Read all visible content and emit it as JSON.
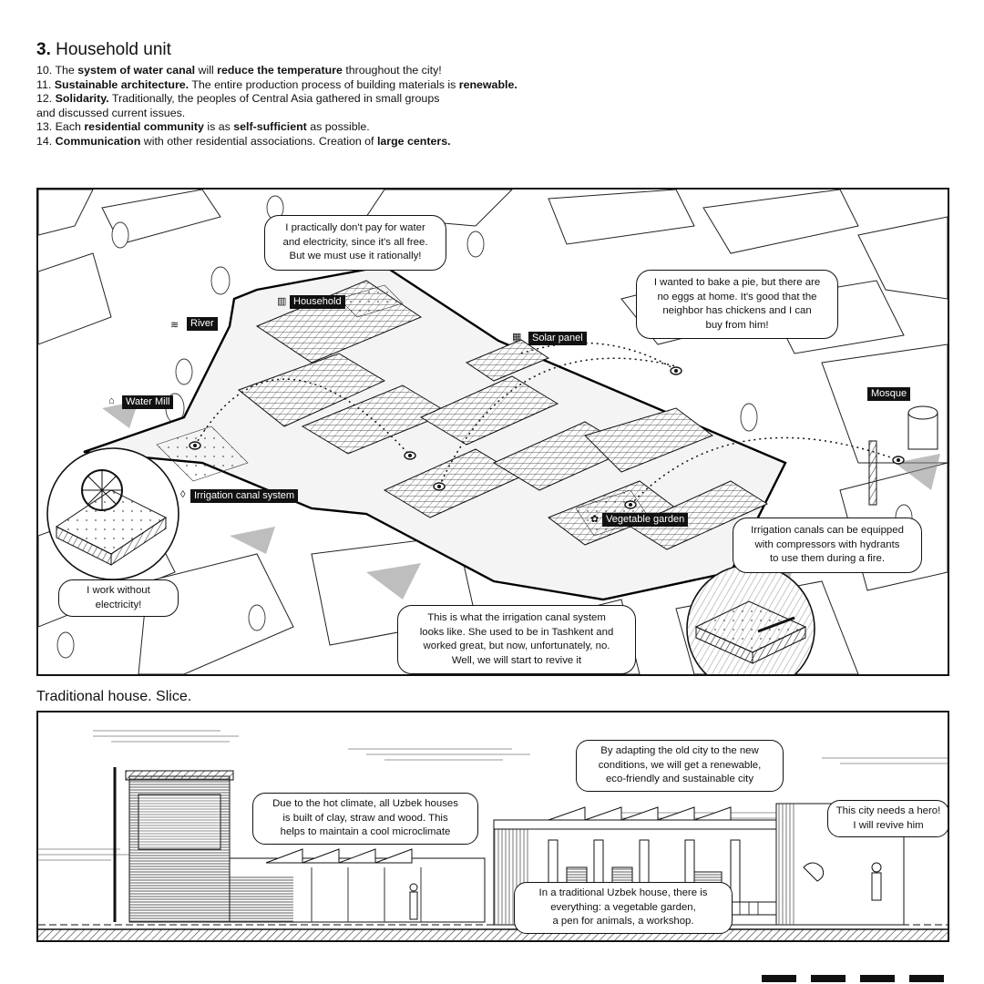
{
  "header": {
    "number": "3.",
    "title": "Household unit"
  },
  "notes": [
    {
      "parts": [
        {
          "t": "10. The "
        },
        {
          "t": "system of water canal",
          "b": true
        },
        {
          "t": " will "
        },
        {
          "t": "reduce the temperature",
          "b": true
        },
        {
          "t": " throughout the city!"
        }
      ]
    },
    {
      "parts": [
        {
          "t": "11. "
        },
        {
          "t": "Sustainable architecture.",
          "b": true
        },
        {
          "t": " The entire production process of building materials is "
        },
        {
          "t": "renewable.",
          "b": true
        }
      ]
    },
    {
      "parts": [
        {
          "t": "12. "
        },
        {
          "t": "Solidarity.",
          "b": true
        },
        {
          "t": " Traditionally, the peoples of Central Asia gathered in small groups"
        }
      ]
    },
    {
      "parts": [
        {
          "t": "and discussed current issues."
        }
      ]
    },
    {
      "parts": [
        {
          "t": "13. Each "
        },
        {
          "t": "residential community",
          "b": true
        },
        {
          "t": " is as "
        },
        {
          "t": "self-sufficient",
          "b": true
        },
        {
          "t": " as possible."
        }
      ]
    },
    {
      "parts": [
        {
          "t": "14. "
        },
        {
          "t": "Communication",
          "b": true
        },
        {
          "t": " with other residential associations. Creation of "
        },
        {
          "t": "large centers.",
          "b": true
        }
      ]
    }
  ],
  "plan": {
    "labels": {
      "household": "Household",
      "river": "River",
      "water_mill": "Water Mill",
      "solar_panel": "Solar panel",
      "mosque": "Mosque",
      "irrigation": "Irrigation canal system",
      "vegetable_garden": "Vegetable garden"
    },
    "bubbles": {
      "water_electricity": "I practically don't pay for water\nand electricity, since it's all free.\nBut we must use it rationally!",
      "pie": "I wanted to bake a pie, but there are\nno eggs at home. It's good that the\nneighbor has chickens and I can\nbuy from him!",
      "mill": "I work without electricity!",
      "canal_history": "This is what the irrigation canal system\nlooks like. She used to be in Tashkent and\nworked great, but now, unfortunately, no.\nWell, we will start to revive it",
      "hydrants": "Irrigation canals can be equipped\nwith compressors with hydrants\nto use them during a fire."
    }
  },
  "section": {
    "title": "Traditional house. Slice.",
    "bubbles": {
      "climate": "Due to the hot climate, all Uzbek houses\nis built of clay, straw and wood. This\nhelps to maintain a cool microclimate",
      "adapt": "By adapting the old city to the new\nconditions, we will get a renewable,\neco-friendly and sustainable city",
      "hero": "This city needs a hero!\nI will revive him",
      "traditional": "In a traditional Uzbek house, there is\neverything: a vegetable garden,\na pen for animals, a workshop."
    }
  },
  "icons": {
    "household": "fence-icon",
    "river": "waves-icon",
    "water_mill": "mill-icon",
    "solar_panel": "solar-panel-icon",
    "irrigation": "droplet-icon"
  }
}
